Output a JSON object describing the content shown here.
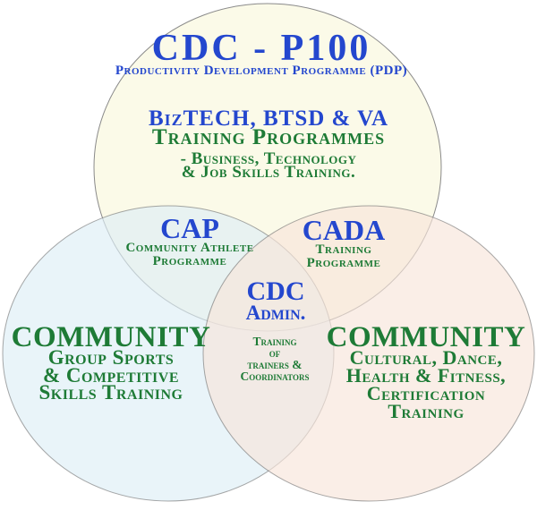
{
  "colors": {
    "blue_text": "#2447CE",
    "green_text": "#1E7B36",
    "top_circle_fill": "#FBFAE8",
    "left_circle_fill_rgba": "rgba(221,238,246,0.65)",
    "right_circle_fill_rgba": "rgba(247,229,218,0.65)",
    "circle_stroke": "#8A8A8A"
  },
  "venn": {
    "top": {
      "title": "CDC - P100",
      "subtitle": "Productivity Development Programme (PDP)",
      "program_line1": "BizTECH, BTSD & VA",
      "program_line2": "Training Programmes",
      "program_line3": "- Business, Technology",
      "program_line4": "& Job Skills Training."
    },
    "left": {
      "title": "COMMUNITY",
      "lines": [
        "Group Sports",
        "& Competitive",
        "Skills Training"
      ]
    },
    "right": {
      "title": "COMMUNITY",
      "lines": [
        "Cultural, Dance,",
        "Health & Fitness,",
        "Certification",
        "Training"
      ]
    },
    "cap": {
      "title": "CAP",
      "lines": [
        "Community Athlete",
        "Programme"
      ]
    },
    "cada": {
      "title": "CADA",
      "lines": [
        "Training",
        "Programme"
      ]
    },
    "center": {
      "title": "CDC",
      "subtitle": "Admin.",
      "lines": [
        "Training",
        "of",
        "trainers &",
        "Coordinators"
      ]
    }
  }
}
